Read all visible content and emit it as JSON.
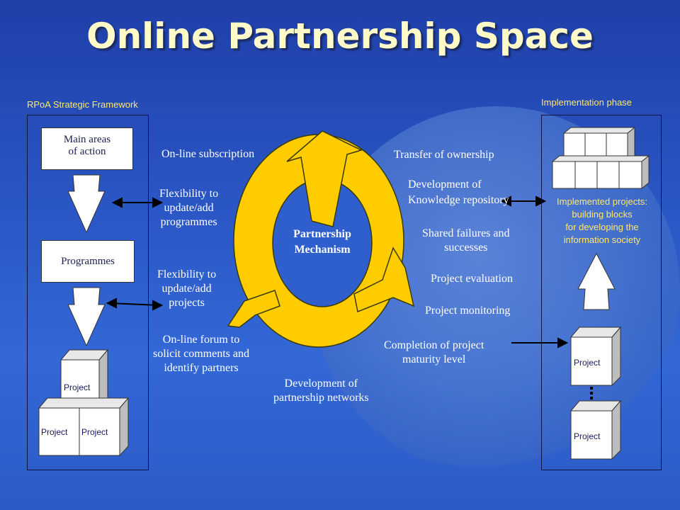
{
  "title": "Online Partnership Space",
  "left_panel": {
    "heading": "RPoA Strategic Framework",
    "main_areas": [
      "Main areas",
      "of action"
    ],
    "programmes": "Programmes",
    "project_top": "Project",
    "project_bottom_left": "Project",
    "project_bottom_right": "Project"
  },
  "right_panel": {
    "heading": "Implementation phase",
    "implemented": [
      "Implemented projects:",
      "building blocks",
      "for developing the",
      "information society"
    ],
    "project_top": "Project",
    "project_bottom": "Project"
  },
  "cycle": {
    "center": [
      "Partnership",
      "Mechanism"
    ]
  },
  "left_items": {
    "subscription": "On-line subscription",
    "flex_programmes": [
      "Flexibility to",
      "update/add",
      "programmes"
    ],
    "flex_projects": [
      "Flexibility to",
      "update/add",
      "projects"
    ],
    "forum": [
      "On-line forum to",
      "solicit  comments and",
      "identify partners"
    ],
    "networks": [
      "Development of",
      "partnership networks"
    ]
  },
  "right_items": {
    "transfer": "Transfer of ownership",
    "repository": [
      "Development of",
      "Knowledge repository"
    ],
    "failures": [
      "Shared failures and",
      "successes"
    ],
    "evaluation": "Project evaluation",
    "monitoring": "Project monitoring",
    "completion": [
      "Completion of project",
      "maturity level"
    ]
  },
  "colors": {
    "title": "#fffbc8",
    "heading": "#ffe86a",
    "cycle_fill": "#ffcc00",
    "cycle_stroke": "#3a3a00"
  }
}
